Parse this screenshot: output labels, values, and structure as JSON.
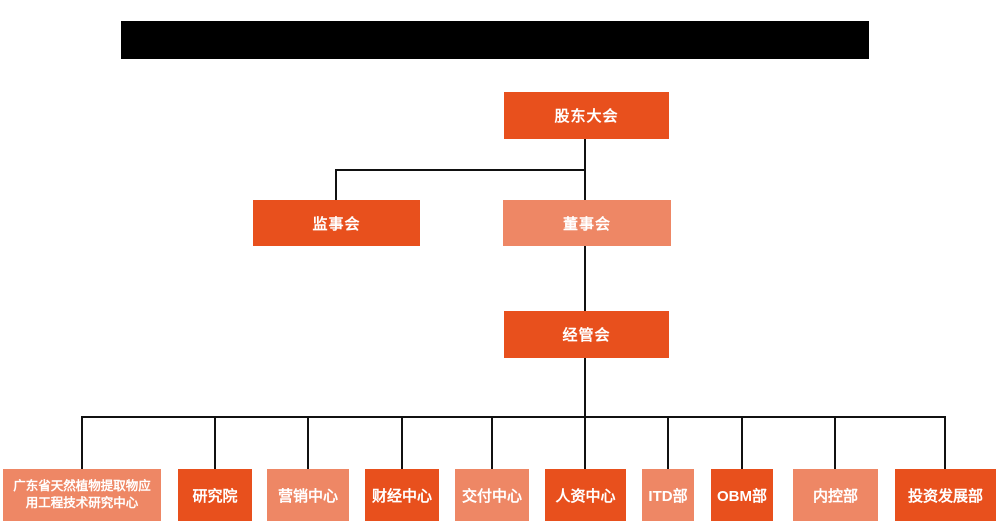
{
  "page": {
    "background": "#ffffff"
  },
  "redacted_header": {
    "color": "#000000"
  },
  "chart": {
    "colors": {
      "primary": "#E8501D",
      "secondary": "#EE8765",
      "line": "#111111",
      "label_text": "#ffffff"
    },
    "nodes": {
      "shareholders": {
        "label": "股东大会",
        "variant": "primary"
      },
      "supervisors": {
        "label": "监事会",
        "variant": "primary"
      },
      "board": {
        "label": "董事会",
        "variant": "secondary"
      },
      "management": {
        "label": "经管会",
        "variant": "primary"
      }
    },
    "departments": [
      {
        "label": "广东省天然植物提取物应用工程技术研究中心",
        "variant": "secondary"
      },
      {
        "label": "研究院",
        "variant": "primary"
      },
      {
        "label": "营销中心",
        "variant": "secondary"
      },
      {
        "label": "财经中心",
        "variant": "primary"
      },
      {
        "label": "交付中心",
        "variant": "secondary"
      },
      {
        "label": "人资中心",
        "variant": "primary"
      },
      {
        "label": "ITD部",
        "variant": "secondary"
      },
      {
        "label": "OBM部",
        "variant": "primary"
      },
      {
        "label": "内控部",
        "variant": "secondary"
      },
      {
        "label": "投资发展部",
        "variant": "primary"
      }
    ]
  }
}
